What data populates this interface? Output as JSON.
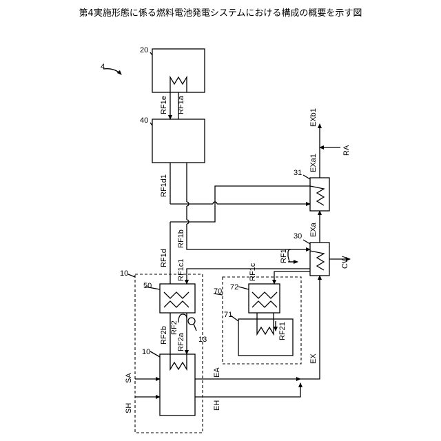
{
  "title": "第4実施形態に係る燃料電池発電システムにおける構成の概要を示す図",
  "labels": {
    "system": "4",
    "box20": "20",
    "box40": "40",
    "box10a": "10",
    "box10b": "10",
    "box50": "50",
    "box70": "70",
    "box72": "72",
    "box71": "71",
    "box31": "31",
    "box30": "30",
    "pump13": "13",
    "RF1e": "RF1e",
    "RF1a": "RF1a",
    "RF1d1": "RF1d1",
    "RF1d": "RF1d",
    "RF1b": "RF1b",
    "RF1c1": "RF1c1",
    "RF1c": "RF1c",
    "RF1": "RF1",
    "RF2b": "RF2b",
    "RF2": "RF2",
    "RF2a": "RF2a",
    "RF21": "RF21",
    "EXb1": "EXb1",
    "EXa1": "EXa1",
    "EXa": "EXa",
    "EX": "EX",
    "RA": "RA",
    "CW": "CW",
    "SA": "SA",
    "SH": "SH",
    "EA": "EA",
    "EH": "EH"
  }
}
